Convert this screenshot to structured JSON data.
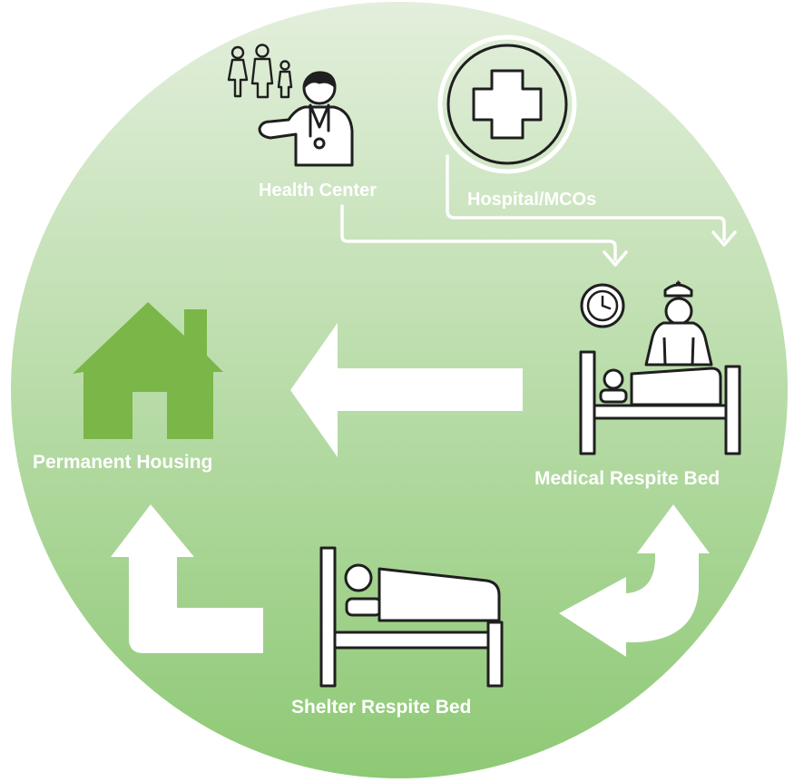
{
  "colors": {
    "circle_top": "#e3efdc",
    "circle_bottom": "#8ec975",
    "house": "#7ab648",
    "icon_dark": "#1f1f1f",
    "label": "#ffffff"
  },
  "nodes": {
    "health_center": {
      "label": "Health Center",
      "icon": "doctor-with-family-icon"
    },
    "hospital": {
      "label": "Hospital/MCOs",
      "icon": "hospital-cross-icon"
    },
    "medical_respite": {
      "label": "Medical Respite Bed",
      "icon": "nurse-clock-bed-icon"
    },
    "shelter_respite": {
      "label": "Shelter Respite Bed",
      "icon": "bed-icon"
    },
    "permanent_housing": {
      "label": "Permanent Housing",
      "icon": "house-icon"
    }
  },
  "edges": [
    {
      "from": "health_center",
      "to": "medical_respite"
    },
    {
      "from": "hospital",
      "to": "medical_respite"
    },
    {
      "from": "medical_respite",
      "to": "permanent_housing"
    },
    {
      "from": "medical_respite",
      "to": "shelter_respite"
    },
    {
      "from": "shelter_respite",
      "to": "permanent_housing"
    }
  ]
}
